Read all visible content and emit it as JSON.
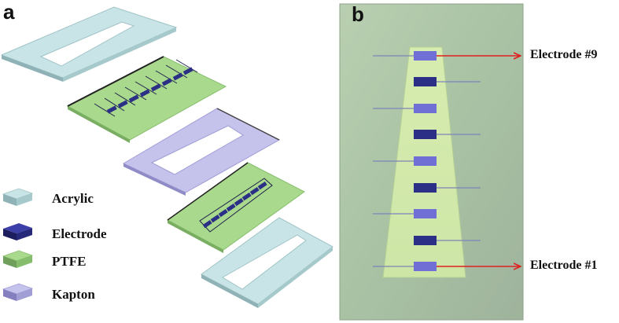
{
  "panels": {
    "a": "a",
    "b": "b"
  },
  "legend": [
    {
      "label": "Acrylic",
      "color": "#c9e4e6"
    },
    {
      "label": "Electrode",
      "color": "#2c2f86"
    },
    {
      "label": "PTFE",
      "color": "#a8d98c"
    },
    {
      "label": "Kapton",
      "color": "#c5c2ec"
    }
  ],
  "callouts": {
    "top": "Electrode #9",
    "bottom": "Electrode #1"
  },
  "colors": {
    "acrylic": "#c9e4e6",
    "electrode": "#2c2f86",
    "electrode_light": "#6f6fd6",
    "ptfe": "#a8d98c",
    "kapton": "#c5c2ec",
    "callout_arrow": "#e02020"
  }
}
